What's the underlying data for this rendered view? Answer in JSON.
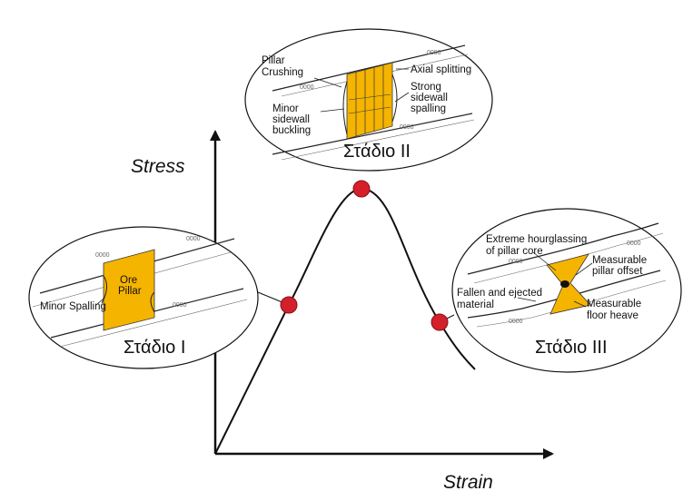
{
  "axes": {
    "y_label": "Stress",
    "x_label": "Strain"
  },
  "stages": [
    {
      "label": "Στάδιο I",
      "callouts": [
        "Ore",
        "Pillar",
        "Minor Spalling"
      ]
    },
    {
      "label": "Στάδιο II",
      "callouts": [
        "Pillar",
        "Crushing",
        "Axial splitting",
        "Strong",
        "sidewall",
        "spalling",
        "Minor",
        "sidewall",
        "buckling"
      ]
    },
    {
      "label": "Στάδιο III",
      "callouts": [
        "Extreme hourglassing",
        "of pillar core",
        "Measurable",
        "pillar offset",
        "Fallen and ejected",
        "material",
        "Measurable",
        "floor heave"
      ]
    }
  ],
  "colors": {
    "pillar": "#f5b400",
    "marker": "#d4202a",
    "curve": "#111111"
  }
}
